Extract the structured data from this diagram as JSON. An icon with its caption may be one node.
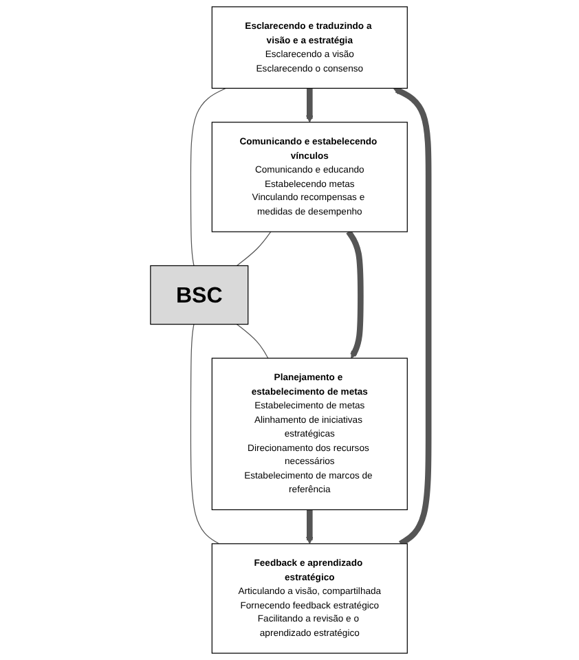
{
  "diagram": {
    "nodes": [
      {
        "text": [
          "Esclarecendo e traduzindo a visão e a estratégia",
          "Esclarecendo a visão",
          "Esclarecendo o consenso"
        ]
      },
      {
        "text": [
          "Comunicando e estabelecendo vínculos",
          "Comunicando e educando",
          "Estabelecendo metas",
          "Vinculando recompensas e medidas de desempenho"
        ]
      },
      {
        "text": [
          "BSC"
        ]
      },
      {
        "text": [
          "Feedback e aprendizado estratégico",
          "Articulando a visão, compartilhada",
          "Fornecendo feedback estratégico",
          "Facilitando a revisão e o aprendizado estratégico"
        ]
      },
      {
        "text": [
          "Planejamento e estabelecimento de metas",
          "Estabelecimento de metas",
          "Alinhamento de iniciativas estratégicas",
          "Direcionamento dos recursos necessários",
          "Estabelecimento de marcos de referência"
        ]
      }
    ],
    "edges": [
      {
        "from": 0,
        "to": 2,
        "arrow": "none"
      },
      {
        "from": 1,
        "to": 2,
        "arrow": "none"
      },
      {
        "from": 2,
        "to": 3,
        "arrow": "none"
      },
      {
        "from": 2,
        "to": 4,
        "arrow": "none"
      },
      {
        "from": 0,
        "to": 1,
        "arrow": "to",
        "style": "thick"
      },
      {
        "from": 1,
        "to": 4,
        "arrow": "to",
        "style": "thick"
      },
      {
        "from": 4,
        "to": 3,
        "arrow": "to",
        "style": "thick"
      },
      {
        "from": 3,
        "to": 0,
        "arrow": "to",
        "style": "thick"
      }
    ]
  }
}
